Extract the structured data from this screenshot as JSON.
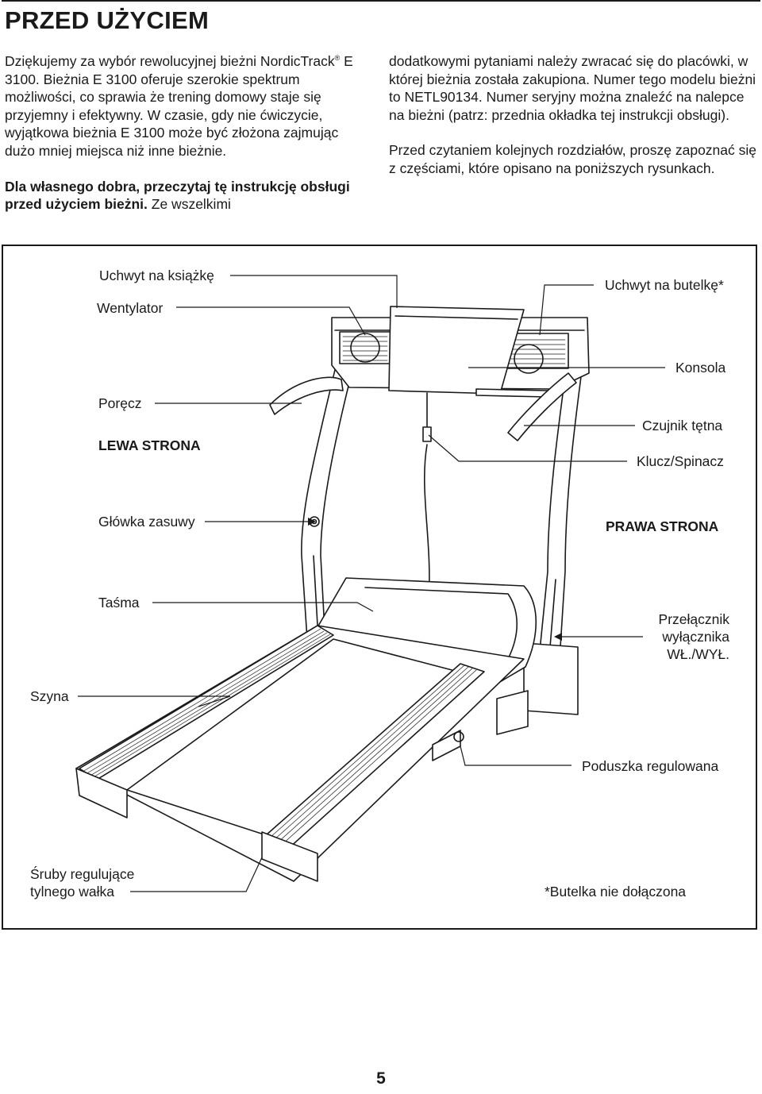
{
  "header": {
    "title": "PRZED UŻYCIEM"
  },
  "intro": {
    "para1": "Dziękujemy za wybór rewolucyjnej bieżni NordicTrack",
    "para1_mark": "®",
    "para1_cont": " E 3100. Bieżnia E 3100 oferuje szerokie spektrum możliwości, co sprawia że trening domowy staje się przyjemny i efektywny. W czasie, gdy nie ćwiczycie, wyjątkowa bieżnia E 3100 może być złożona zajmując dużo mniej miejsca niż inne bieżnie.",
    "para2_bold": "Dla własnego dobra, przeczytaj tę instrukcję obsługi przed użyciem bieżni.",
    "para2_cont": " Ze wszelkimi",
    "right_para1": "dodatkowymi pytaniami należy zwracać się do placówki, w której bieżnia została zakupiona. Numer tego modelu bieżni to NETL90134. Numer seryjny można znaleźć na nalepce na bieżni (patrz: przednia okładka tej instrukcji obsługi).",
    "right_para2": "Przed czytaniem kolejnych rozdziałów, proszę zapoznać się z częściami, które opisano na poniższych rysunkach."
  },
  "diagram": {
    "labels": {
      "book_holder": "Uchwyt na książkę",
      "fan": "Wentylator",
      "bottle_holder": "Uchwyt na butelkę*",
      "console": "Konsola",
      "handrail": "Poręcz",
      "left_side": "LEWA STRONA",
      "pulse_sensor": "Czujnik tętna",
      "key_clip": "Klucz/Spinacz",
      "latch_knob": "Główka zasuwy",
      "right_side": "PRAWA STRONA",
      "belt": "Taśma",
      "switch_l1": "Przełącznik",
      "switch_l2": "wyłącznika",
      "switch_l3": "WŁ./WYŁ.",
      "rail": "Szyna",
      "cushion": "Poduszka regulowana",
      "screws_l1": "Śruby regulujące",
      "screws_l2": "tylnego wałka",
      "bottle_note": "*Butelka nie dołączona"
    }
  },
  "footer": {
    "page_number": "5"
  }
}
